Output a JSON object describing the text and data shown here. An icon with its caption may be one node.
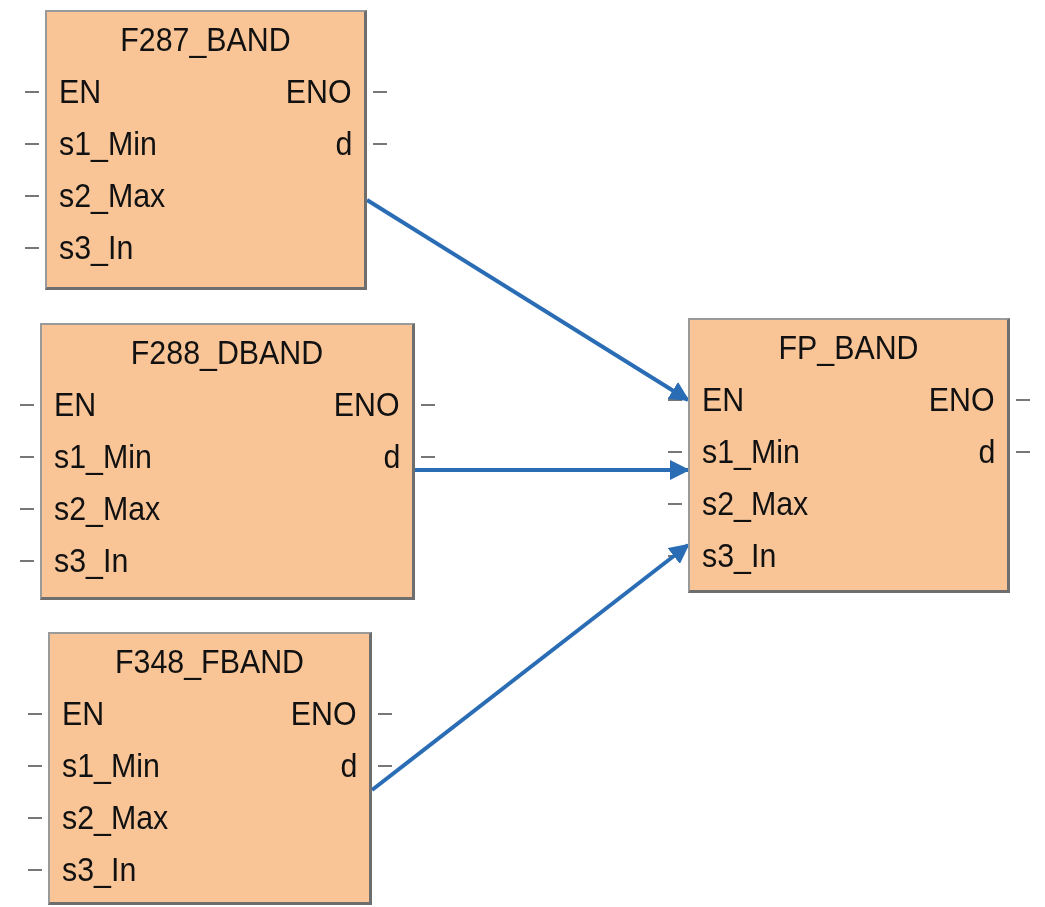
{
  "diagram": {
    "nodes": [
      {
        "text": [
          "F287_BAND",
          "EN",
          "ENO",
          "s1_Min",
          "d",
          "s2_Max",
          "s3_In"
        ]
      },
      {
        "text": [
          "F288_DBAND",
          "EN",
          "ENO",
          "s1_Min",
          "d",
          "s2_Max",
          "s3_In"
        ]
      },
      {
        "text": [
          "F348_FBAND",
          "EN",
          "ENO",
          "s1_Min",
          "d",
          "s2_Max",
          "s3_In"
        ]
      },
      {
        "text": [
          "FP_BAND",
          "EN",
          "ENO",
          "s1_Min",
          "d",
          "s2_Max",
          "s3_In"
        ]
      }
    ],
    "edges": [
      {
        "from": 0,
        "to": 3,
        "arrow": "to"
      },
      {
        "from": 1,
        "to": 3,
        "arrow": "to"
      },
      {
        "from": 2,
        "to": 3,
        "arrow": "to"
      }
    ]
  }
}
